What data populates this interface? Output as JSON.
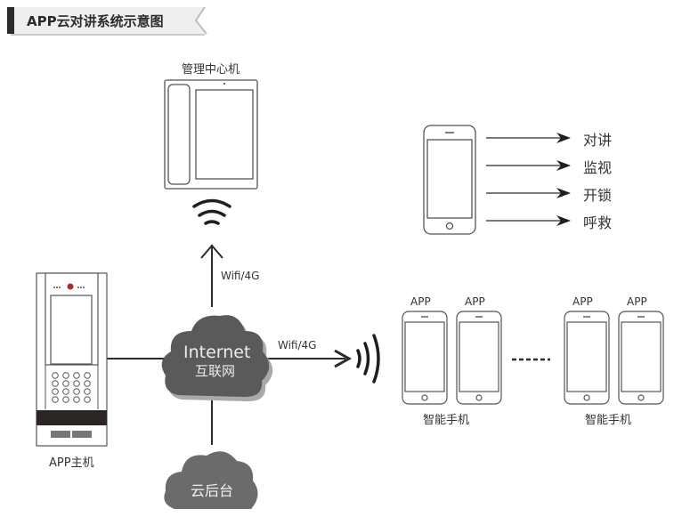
{
  "title": "APP云对讲系统示意图",
  "management_center": {
    "label": "管理中心机"
  },
  "app_host": {
    "label": "APP主机"
  },
  "internet_cloud": {
    "label_en": "Internet",
    "label_cn": "互联网"
  },
  "cloud_backend": {
    "label": "云后台"
  },
  "links": {
    "up_label": "Wifi/4G",
    "right_label": "Wifi/4G"
  },
  "features": {
    "items": [
      {
        "label": "对讲"
      },
      {
        "label": "监视"
      },
      {
        "label": "开锁"
      },
      {
        "label": "呼救"
      }
    ]
  },
  "phones": {
    "app_label": "APP",
    "group_label": "智能手机",
    "ellipsis": "------",
    "groups": [
      {
        "label": "智能手机",
        "apps": [
          "APP",
          "APP"
        ]
      },
      {
        "label": "智能手机",
        "apps": [
          "APP",
          "APP"
        ]
      }
    ]
  },
  "colors": {
    "line": "#2b2b2b",
    "cloud_dark": "#5a5a5a",
    "cloud_shadow": "#a9a9a9",
    "backend_cloud": "#6b6b6b",
    "title_bar_bg": "#efefef",
    "title_accent": "#2b2b2b",
    "panel_bar": "#2b2624",
    "camera_red": "#b3262c"
  }
}
